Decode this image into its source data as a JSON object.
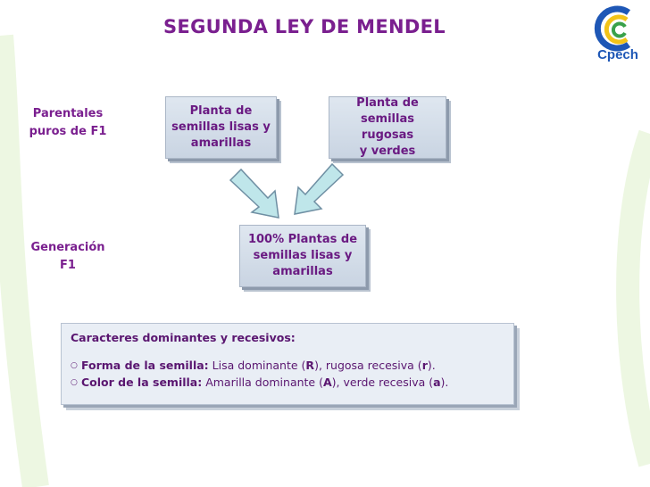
{
  "title": "SEGUNDA LEY DE MENDEL",
  "logo": {
    "text": "Cpech",
    "colors": {
      "blue": "#1e57b6",
      "yellow": "#f2c318",
      "green": "#3aa14a"
    }
  },
  "labels": {
    "parentales": [
      "Parentales",
      "puros  de F1"
    ],
    "generacion": [
      "Generación",
      "F1"
    ]
  },
  "boxes": {
    "parent_a": [
      "Planta de",
      "semillas lisas y",
      "amarillas"
    ],
    "parent_b": [
      "Planta de",
      "semillas rugosas",
      "y verdes"
    ],
    "offspring": [
      "100% Plantas de",
      "semillas lisas  y",
      "amarillas"
    ]
  },
  "info": {
    "header": "Caracteres dominantes y recesivos:",
    "forma": {
      "label": "Forma de la semilla:",
      "t1": " Lisa dominante (",
      "k1": "R",
      "t2": "), rugosa recesiva (",
      "k2": "r",
      "t3": ")."
    },
    "color": {
      "label": "Color de la semilla:",
      "t1": " Amarilla dominante (",
      "k1": "A",
      "t2": "), verde recesiva (",
      "k2": "a",
      "t3": ")."
    },
    "bullet": "○"
  },
  "colors": {
    "accent": "#7a1f8f",
    "box_fill": "#d6dfea",
    "arrow": "#bfe6ea"
  }
}
